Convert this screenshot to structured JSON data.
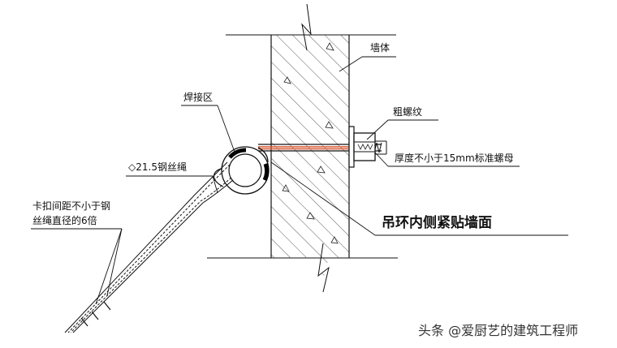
{
  "labels": {
    "wall": "墙体",
    "weld_zone": "焊接区",
    "coarse_thread": "粗螺纹",
    "wire_rope": "21.5钢丝绳",
    "wire_rope_symbol": "◇",
    "nut_note": "厚度不小于15mm标准螺母",
    "clip_note_line1": "卡扣间距不小于钢",
    "clip_note_line2": "丝绳直径的6倍",
    "main_note": "吊环内侧紧贴墙面"
  },
  "watermark": "头条 @爱厨艺的建筑工程师",
  "colors": {
    "line": "#111111",
    "bolt": "#d8542f",
    "weld": "#000000"
  }
}
